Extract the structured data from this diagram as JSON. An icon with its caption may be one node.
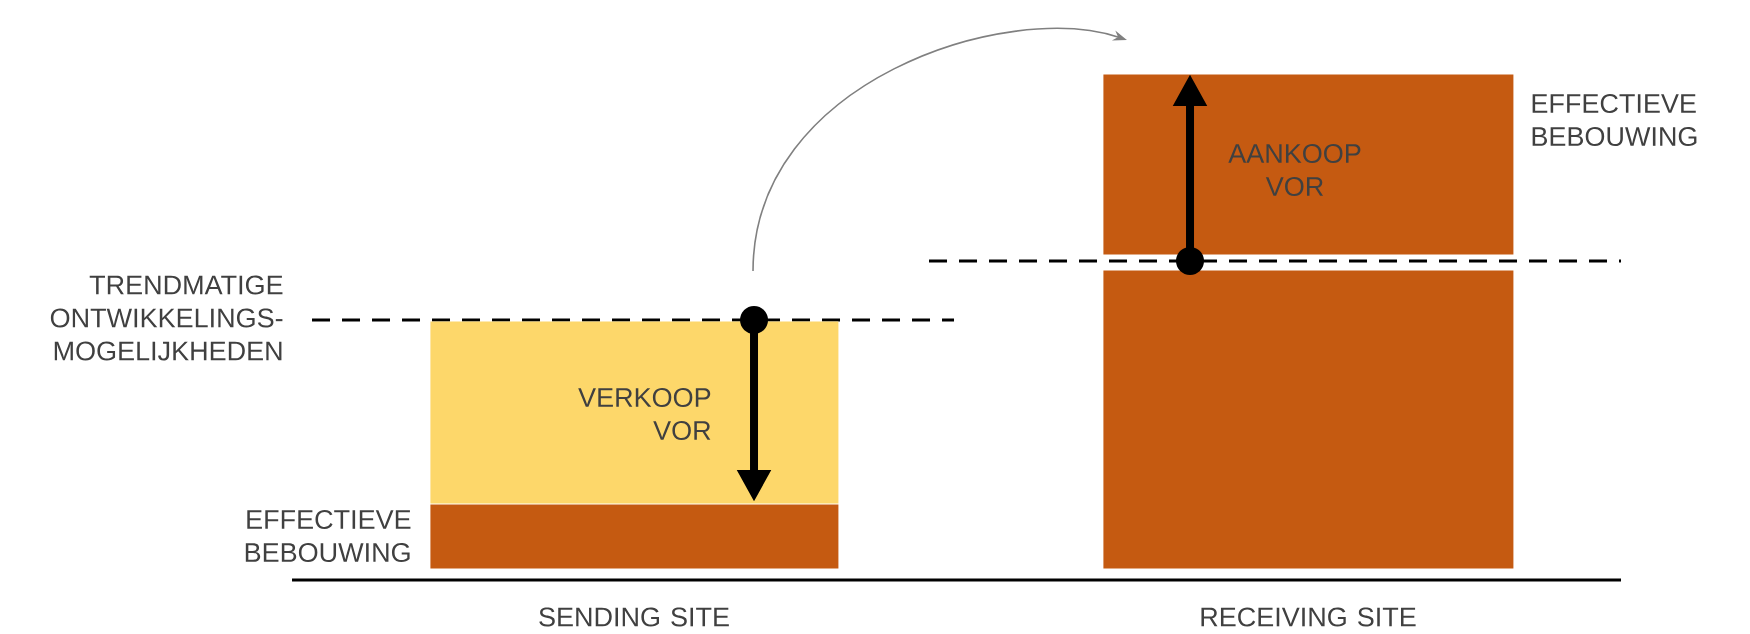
{
  "diagram": {
    "nodes": [
      {
        "text": [
          "VERKOOP VOR"
        ]
      },
      {
        "text": [
          "EFFECTIEVE BEBOUWING"
        ]
      },
      {
        "text": [
          "AANKOOP VOR",
          "EFFECTIEVE BEBOUWING"
        ]
      },
      {
        "text": [],
        "shape": "bar"
      }
    ],
    "edges": [
      {
        "from": 0,
        "to": 2,
        "arrow": "to"
      }
    ],
    "labels": [
      "TRENDMATIGE ONTWIKKELINGS- MOGELIJKHEDEN",
      "SENDING SITE",
      "RECEIVING SITE"
    ]
  }
}
